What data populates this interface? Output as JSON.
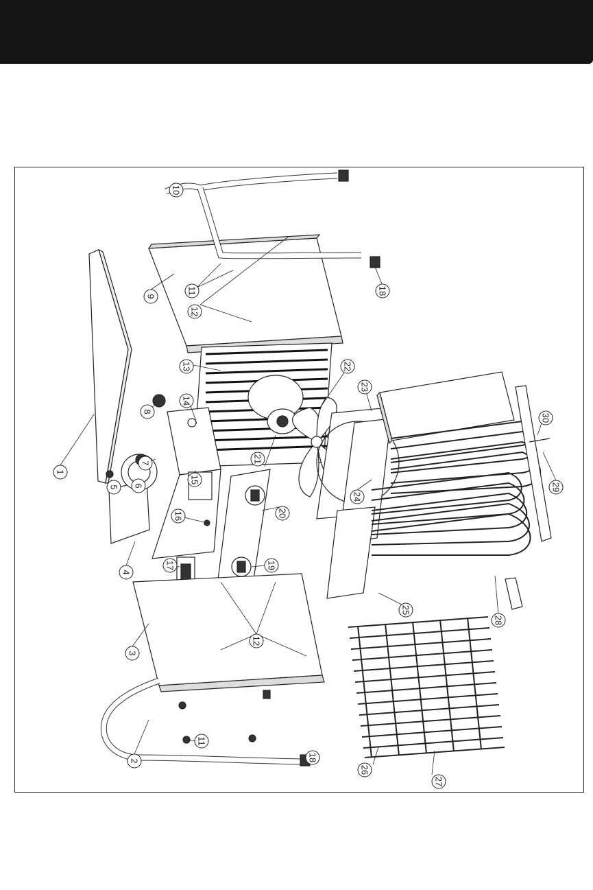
{
  "header": {
    "color": "#161616"
  },
  "diagram": {
    "line_color": "#222222",
    "callouts": [
      {
        "id": "c1",
        "label": "1"
      },
      {
        "id": "c2",
        "label": "2"
      },
      {
        "id": "c3",
        "label": "3"
      },
      {
        "id": "c4",
        "label": "4"
      },
      {
        "id": "c5",
        "label": "5"
      },
      {
        "id": "c6",
        "label": "6"
      },
      {
        "id": "c7",
        "label": "7"
      },
      {
        "id": "c8",
        "label": "8"
      },
      {
        "id": "c9",
        "label": "9"
      },
      {
        "id": "c10",
        "label": "10"
      },
      {
        "id": "c11a",
        "label": "11"
      },
      {
        "id": "c11b",
        "label": "11"
      },
      {
        "id": "c12a",
        "label": "12"
      },
      {
        "id": "c12b",
        "label": "12"
      },
      {
        "id": "c13",
        "label": "13"
      },
      {
        "id": "c14",
        "label": "14"
      },
      {
        "id": "c15",
        "label": "15"
      },
      {
        "id": "c16",
        "label": "16"
      },
      {
        "id": "c17",
        "label": "17"
      },
      {
        "id": "c18a",
        "label": "18"
      },
      {
        "id": "c18b",
        "label": "18"
      },
      {
        "id": "c19",
        "label": "19"
      },
      {
        "id": "c20",
        "label": "20"
      },
      {
        "id": "c21",
        "label": "21"
      },
      {
        "id": "c22",
        "label": "22"
      },
      {
        "id": "c23",
        "label": "23"
      },
      {
        "id": "c24",
        "label": "24"
      },
      {
        "id": "c25",
        "label": "25"
      },
      {
        "id": "c26",
        "label": "26"
      },
      {
        "id": "c27",
        "label": "27"
      },
      {
        "id": "c28",
        "label": "28"
      },
      {
        "id": "c29",
        "label": "29"
      },
      {
        "id": "c30",
        "label": "30"
      }
    ]
  }
}
